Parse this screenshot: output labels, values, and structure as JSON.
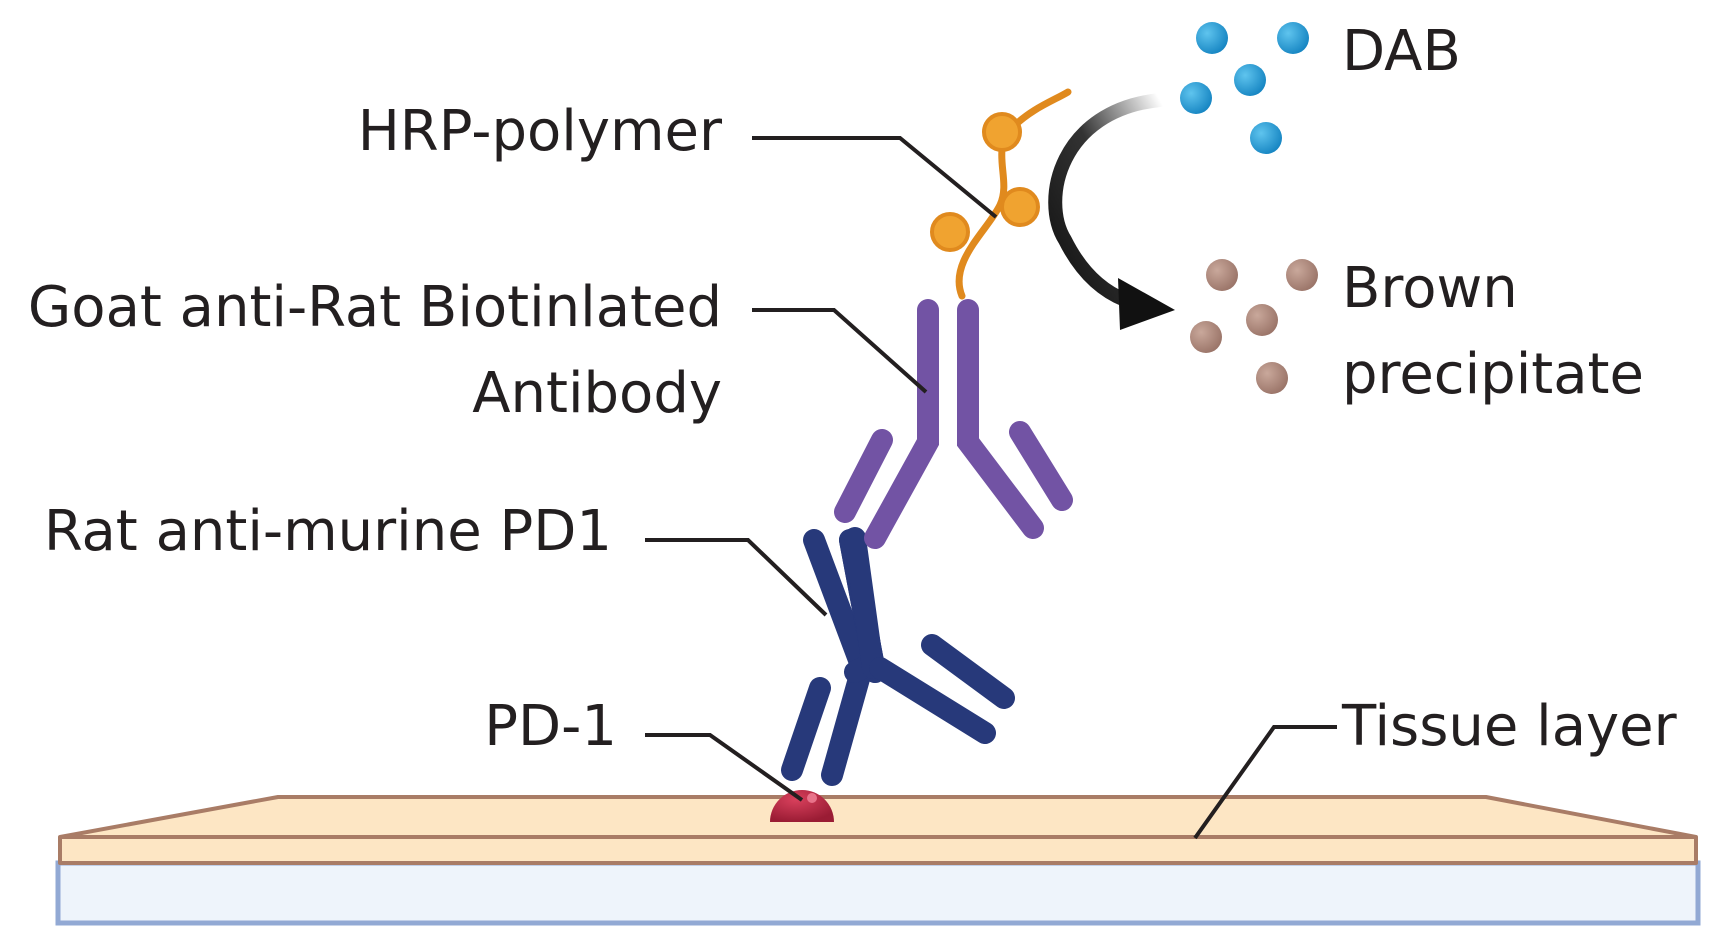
{
  "labels": {
    "hrp_polymer": "HRP-polymer",
    "secondary_line1": "Goat anti-Rat Biotinlated",
    "secondary_line2": "Antibody",
    "primary": "Rat anti-murine PD1",
    "antigen": "PD-1",
    "substrate": "DAB",
    "product_line1": "Brown",
    "product_line2": "precipitate",
    "tissue": "Tissue layer"
  },
  "colors": {
    "hrp": "#f0a330",
    "hrp_dark": "#e08a1e",
    "secondary_antibody": "#7253a4",
    "primary_antibody": "#27397a",
    "pd1": "#b5253f",
    "dab": "#2aa7dd",
    "precipitate": "#b08b7e",
    "tissue_fill": "#fde6c4",
    "tissue_edge": "#a97c66",
    "slide_fill": "#eef4fb",
    "slide_edge": "#92a9d4",
    "leader": "#231f20"
  }
}
